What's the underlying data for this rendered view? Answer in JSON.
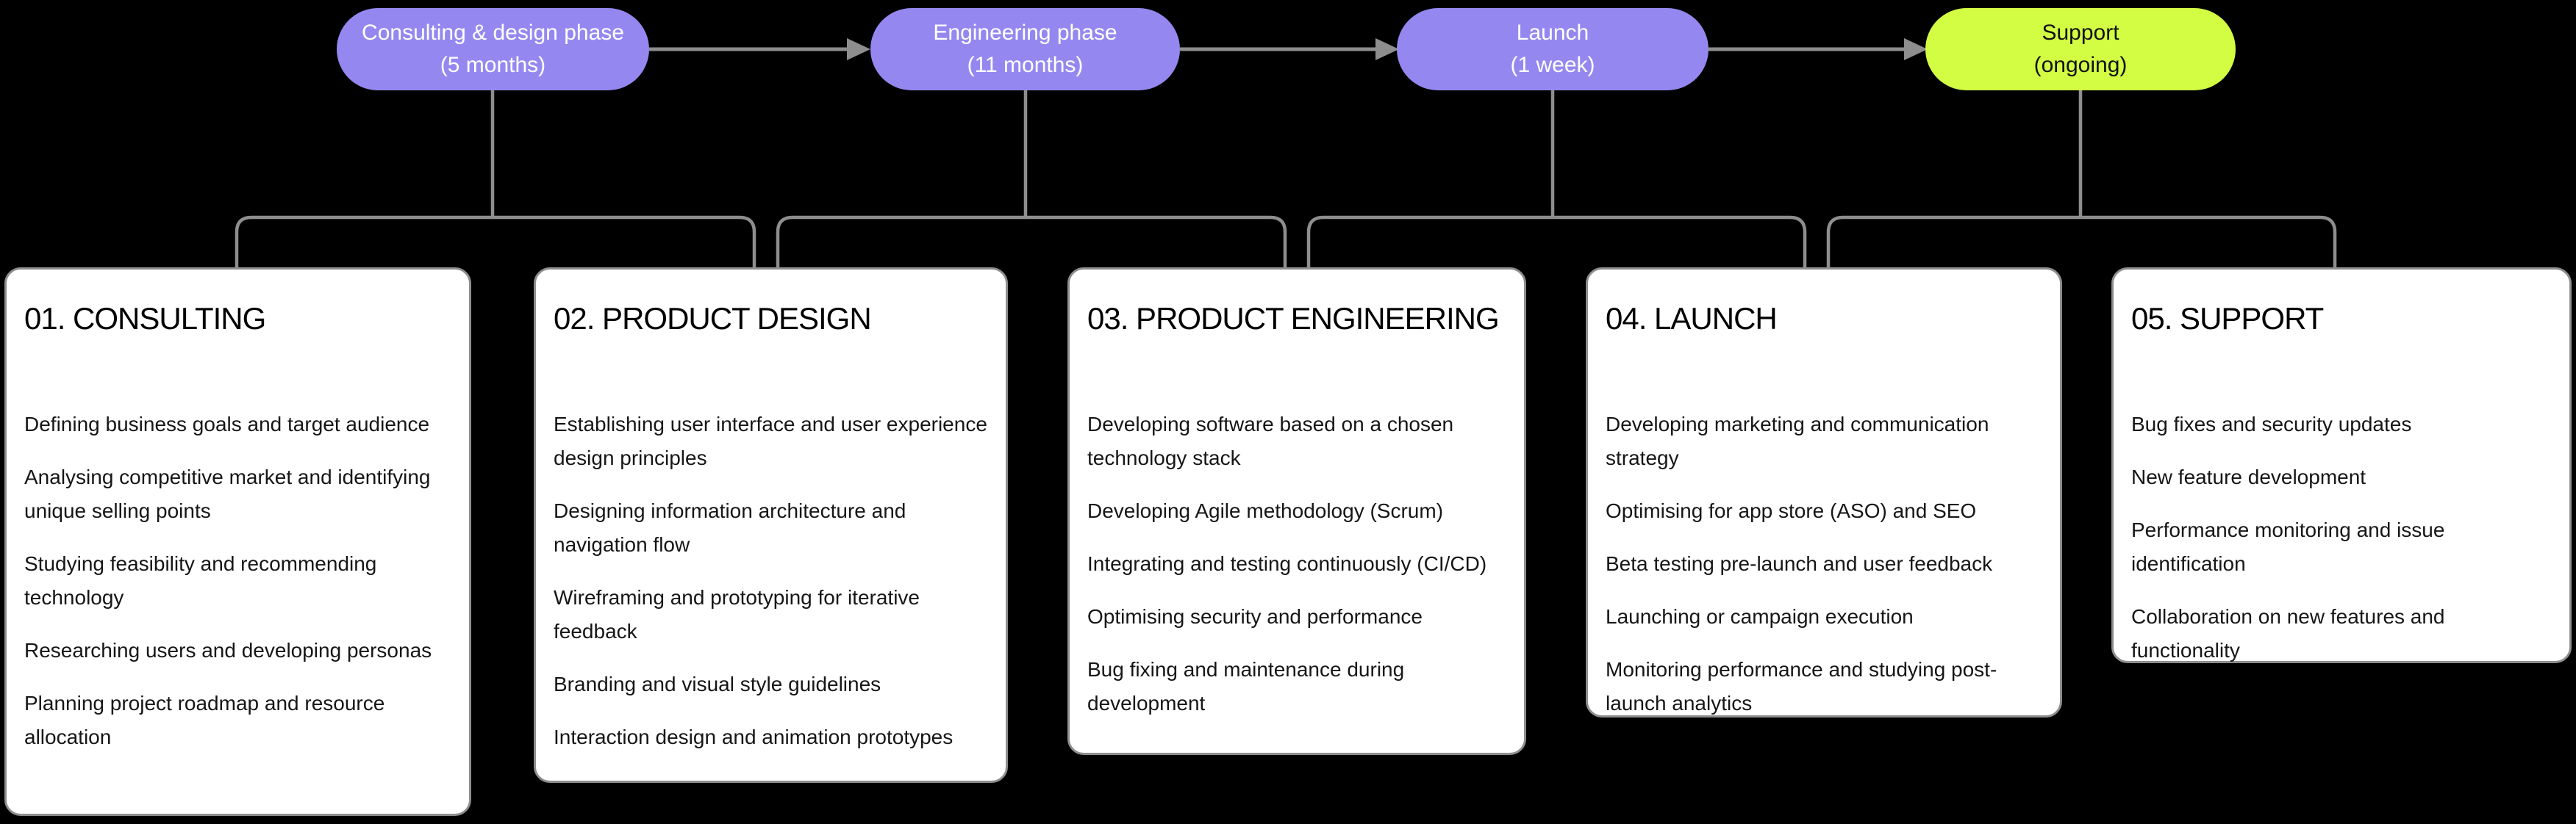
{
  "background": "#000000",
  "connector_color": "#8e8e8e",
  "phases": [
    {
      "label": "Consulting & design phase",
      "duration": "(5 months)",
      "fill": "#9488f0",
      "text_color": "#ffffff"
    },
    {
      "label": "Engineering phase",
      "duration": "(11 months)",
      "fill": "#9488f0",
      "text_color": "#ffffff"
    },
    {
      "label": "Launch",
      "duration": "(1 week)",
      "fill": "#9488f0",
      "text_color": "#ffffff"
    },
    {
      "label": "Support",
      "duration": "(ongoing)",
      "fill": "#d3fd43",
      "text_color": "#111111"
    }
  ],
  "cards": [
    {
      "title": "01. CONSULTING",
      "items": [
        "Defining business goals and target audience",
        "Analysing competitive market and identifying unique selling points",
        "Studying feasibility and recommending technology",
        "Researching users and developing personas",
        "Planning project roadmap and resource allocation"
      ]
    },
    {
      "title": "02. PRODUCT DESIGN",
      "items": [
        "Establishing user interface and user experience design principles",
        "Designing information architecture and navigation flow",
        "Wireframing and prototyping for iterative feedback",
        "Branding and visual style guidelines",
        "Interaction design and animation prototypes"
      ]
    },
    {
      "title": "03. PRODUCT ENGINEERING",
      "items": [
        "Developing software based on a chosen technology stack",
        "Developing Agile methodology (Scrum)",
        "Integrating and testing continuously (CI/CD)",
        "Optimising security and performance",
        "Bug fixing and maintenance during development"
      ]
    },
    {
      "title": "04. LAUNCH",
      "items": [
        "Developing marketing and communication strategy",
        "Optimising for app store (ASO) and SEO",
        "Beta testing pre-launch and user feedback",
        "Launching or campaign execution",
        "Monitoring performance and studying post-launch analytics"
      ]
    },
    {
      "title": "05. SUPPORT",
      "items": [
        "Bug fixes and security updates",
        "New feature development",
        "Performance monitoring and issue identification",
        "Collaboration on new features and functionality"
      ]
    }
  ]
}
